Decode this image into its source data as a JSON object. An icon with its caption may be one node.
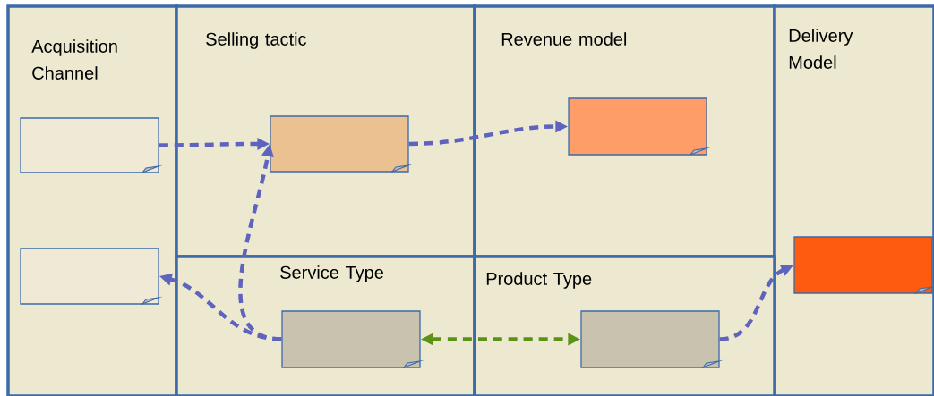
{
  "diagram": {
    "nodes": [
      {
        "text": [
          "Acquisition Channel"
        ]
      },
      {
        "text": [
          "Selling tactic"
        ]
      },
      {
        "text": [
          "Revenue model"
        ]
      },
      {
        "text": [
          "Delivery Model"
        ]
      },
      {
        "text": [
          "Service Type"
        ]
      },
      {
        "text": [
          "Product Type"
        ]
      },
      {
        "text": [],
        "shape": "box",
        "in": 0
      },
      {
        "text": [],
        "shape": "box",
        "in": 0
      },
      {
        "text": [],
        "shape": "box",
        "in": 1
      },
      {
        "text": [],
        "shape": "box",
        "in": 2
      },
      {
        "text": [],
        "shape": "box",
        "in": 3
      },
      {
        "text": [],
        "shape": "box",
        "in": 4
      },
      {
        "text": [],
        "shape": "box",
        "in": 5
      }
    ],
    "edges": [
      {
        "from": 6,
        "to": 8,
        "arrow": "to",
        "style": "dashed"
      },
      {
        "from": 8,
        "to": 9,
        "arrow": "to",
        "style": "dashed"
      },
      {
        "from": 11,
        "to": 8,
        "arrow": "to",
        "style": "dashed"
      },
      {
        "from": 11,
        "to": 7,
        "arrow": "to",
        "style": "dashed"
      },
      {
        "from": 11,
        "to": 12,
        "arrow": "both",
        "style": "dashed",
        "color": "#5a9216"
      },
      {
        "from": 12,
        "to": 10,
        "arrow": "to",
        "style": "dashed"
      }
    ]
  }
}
